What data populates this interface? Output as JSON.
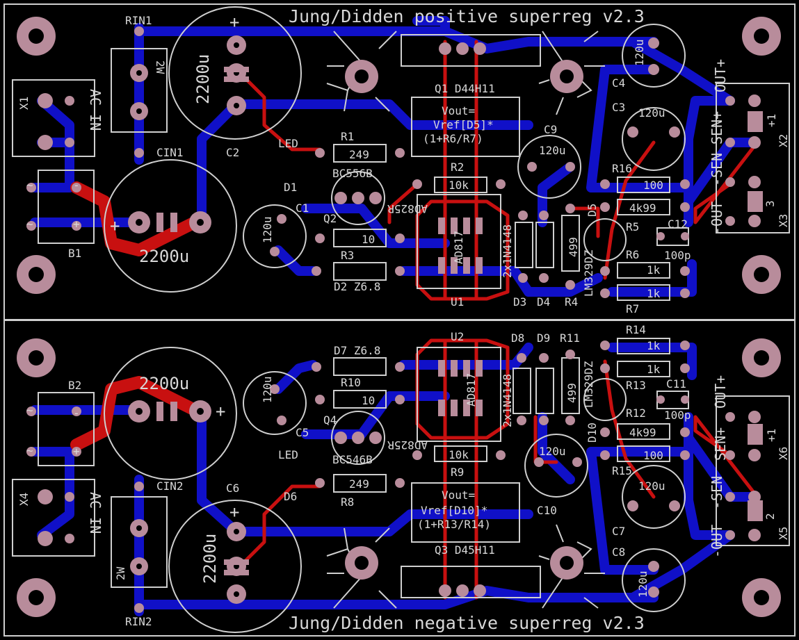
{
  "titles": {
    "top": "Jung/Didden positive superreg v2.3",
    "bottom": "Jung/Didden negative superreg v2.3"
  },
  "top": {
    "RIN1": "RIN1",
    "R2W": "2W",
    "X1": "X1",
    "AC_IN": "AC IN",
    "B1": "B1",
    "CIN1": "CIN1",
    "cap2200a": "2200u",
    "C2": "C2",
    "cap2200b": "2200u",
    "LED": "LED",
    "D1": "D1",
    "R1": "R1",
    "R1v": "249",
    "BC556B": "BC556B",
    "Q2": "Q2",
    "C1": "C1",
    "cap120a": "120u",
    "R3": "R3",
    "R3v": "10",
    "D2": "D2 Z6.8",
    "Q1": "Q1 D44H11",
    "vout1": "Vout=",
    "vout2": "Vref[D5]*",
    "vout3": "(1+R6/R7)",
    "R2": "R2",
    "R2v": "10k",
    "AD825R": "AD825R",
    "AD817": "AD817",
    "U1": "U1",
    "x1n4148": "2x1N4148",
    "D3": "D3",
    "D4": "D4",
    "R4": "R4",
    "R4v": "499",
    "LM329": "LM329DZ",
    "D5": "D5",
    "C9": "C9",
    "cap120c": "120u",
    "C4": "C4",
    "cap120d": "120u",
    "C3": "C3",
    "cap120e": "120u",
    "R16": "R16",
    "R16v": "100",
    "R5v": "4k99",
    "R5": "R5",
    "C12": "C12",
    "C12v": "100p",
    "R6": "R6",
    "R6v": "1k",
    "R7": "R7",
    "R7v": "1k",
    "X2": "X2",
    "X3": "X3",
    "plus": "+",
    "minus": "-",
    "tilde": "~",
    "OUTP": "OUT+",
    "SENP": "SEN+",
    "SENM": "-SEN",
    "OUTM": "-OUT",
    "sp1": "+1",
    "sp3": "3"
  },
  "bottom": {
    "B2": "B2",
    "cap2200a": "2200u",
    "CIN2": "CIN2",
    "X4": "X4",
    "AC_IN": "AC IN",
    "RIN2": "RIN2",
    "R2W": "2W",
    "C6": "C6",
    "cap2200b": "2200u",
    "LED": "LED",
    "D6": "D6",
    "R8": "R8",
    "R8v": "249",
    "BC546B": "BC546B",
    "Q4": "Q4",
    "C5": "C5",
    "cap120a": "120u",
    "R10": "R10",
    "R10v": "10",
    "D7": "D7 Z6.8",
    "U2": "U2",
    "AD817": "AD817",
    "AD825R": "AD825R",
    "R9": "R9",
    "R9v": "10k",
    "x1n4148": "2x1N4148",
    "D8": "D8",
    "D9": "D9",
    "R11": "R11",
    "R11v": "499",
    "LM329": "LM329DZ",
    "D10": "D10",
    "vout1": "Vout=",
    "vout2": "Vref[D10]*",
    "vout3": "(1+R13/R14)",
    "Q3": "Q3 D45H11",
    "C10": "C10",
    "cap120c": "120u",
    "C7": "C7",
    "cap120d": "120u",
    "C8": "C8",
    "cap120e": "120u",
    "R14": "R14",
    "R14v": "1k",
    "R13": "R13",
    "R13v": "1k",
    "C11": "C11",
    "C11v": "100p",
    "R12": "R12",
    "R12v": "4k99",
    "R15": "R15",
    "R15v": "100",
    "X5": "X5",
    "X6": "X6",
    "plus": "+",
    "minus": "-",
    "tilde": "~",
    "OUTP": "OUT+",
    "SENP": "SEN+",
    "SENM": "-SEN",
    "OUTM": "-OUT",
    "sp1": "+1",
    "sp2": "2"
  }
}
